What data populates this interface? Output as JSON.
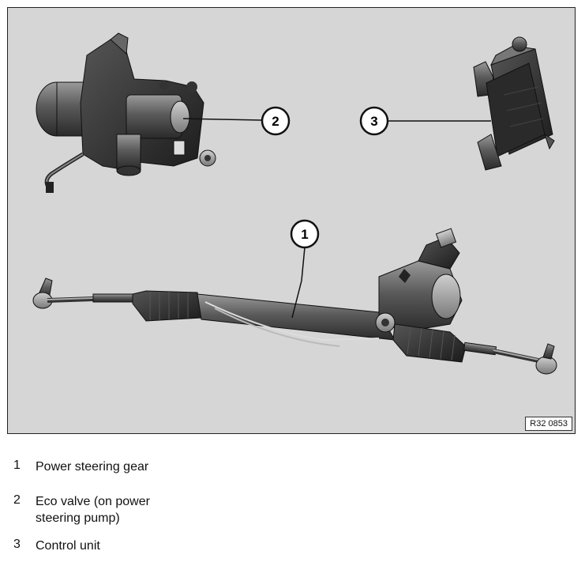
{
  "figure": {
    "reference_code": "R32 0853",
    "callouts": {
      "c1": "1",
      "c2": "2",
      "c3": "3"
    }
  },
  "legend": {
    "items": [
      {
        "number": "1",
        "line1": "Power steering gear",
        "line2": ""
      },
      {
        "number": "2",
        "line1": "Eco valve (on power",
        "line2": "steering pump)"
      },
      {
        "number": "3",
        "line1": "Control unit",
        "line2": ""
      }
    ]
  }
}
